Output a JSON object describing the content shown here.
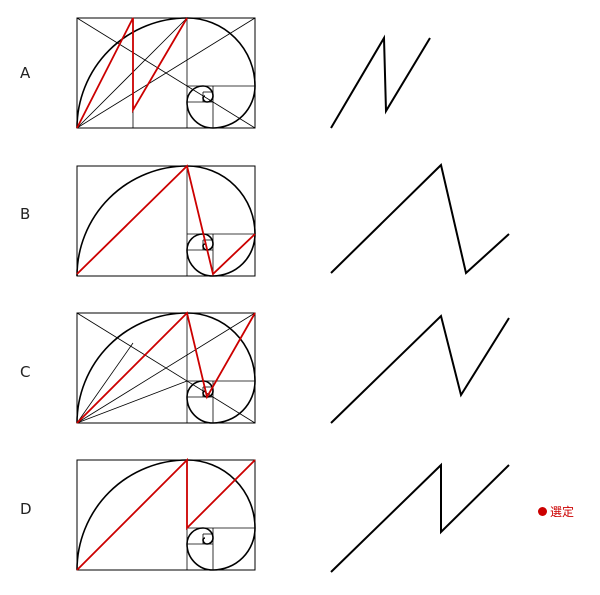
{
  "options": [
    {
      "label": "A"
    },
    {
      "label": "B"
    },
    {
      "label": "C"
    },
    {
      "label": "D"
    }
  ],
  "selected": {
    "label": "選定",
    "option": "D"
  },
  "colors": {
    "construction": "#000000",
    "highlight": "#cc0000",
    "selected": "#cc0000"
  }
}
